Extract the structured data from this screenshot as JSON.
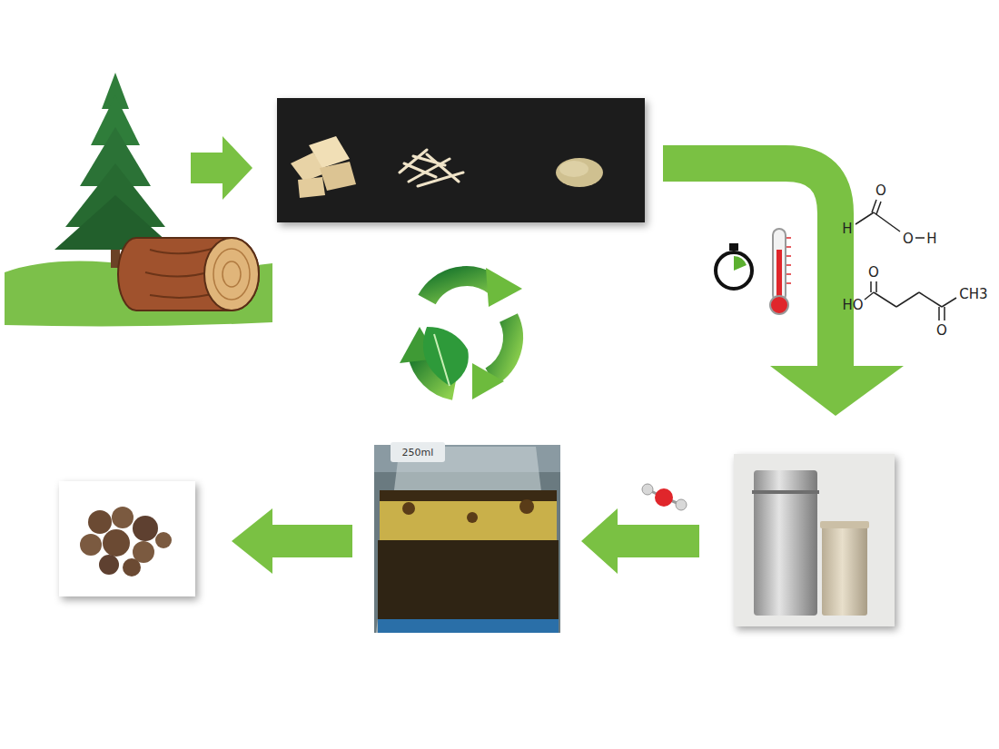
{
  "diagram": {
    "labels": [
      "H",
      "O",
      "O",
      "H",
      "HO",
      "O",
      "O",
      "CH3",
      "250ml"
    ]
  }
}
